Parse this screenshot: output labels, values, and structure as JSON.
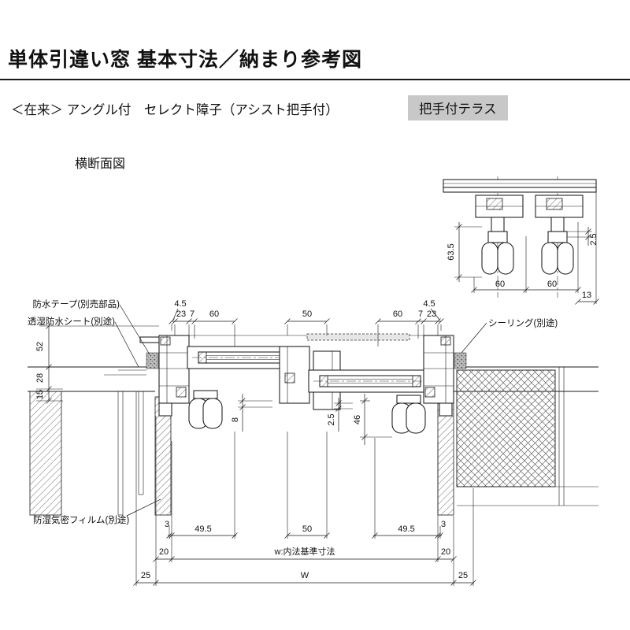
{
  "header": {
    "title": "単体引違い窓 基本寸法／納まり参考図",
    "subtitle": "＜在来＞ アングル付　セレクト障子（アシスト把手付）",
    "badge": "把手付テラス",
    "section_label": "横断面図"
  },
  "callouts": {
    "waterproof_tape": "防水テープ(別売部品)",
    "breathable_sheet": "透湿防水シート(別途)",
    "moisture_film": "防湿気密フィルム(別途)",
    "sealing": "シーリング(別途)"
  },
  "dims": {
    "top_45_left": "4.5",
    "top_23_left": "23",
    "top_7_left": "7",
    "top_60_left": "60",
    "top_50": "50",
    "top_60_right": "60",
    "top_7_right": "7",
    "top_23_right": "23",
    "top_45_right": "4.5",
    "left_52": "52",
    "left_28": "28",
    "left_15": "15",
    "mid_8": "8",
    "mid_25": "2.5",
    "mid_46": "46",
    "bot_3_left": "3",
    "bot_495_left": "49.5",
    "bot_50": "50",
    "bot_495_right": "49.5",
    "bot_3_right": "3",
    "bot_20_left": "20",
    "bot_w": "w:内法基準寸法",
    "bot_20_right": "20",
    "bot_25_left": "25",
    "bot_W": "W",
    "bot_25_right": "25"
  },
  "detail_dims": {
    "v_635": "63.5",
    "v_25": "2.5",
    "h_60_left": "60",
    "h_60_right": "60",
    "h_13": "13"
  },
  "colors": {
    "badge_bg": "#c8c8c8",
    "line": "#1a1a1a",
    "hatch": "#444444"
  }
}
